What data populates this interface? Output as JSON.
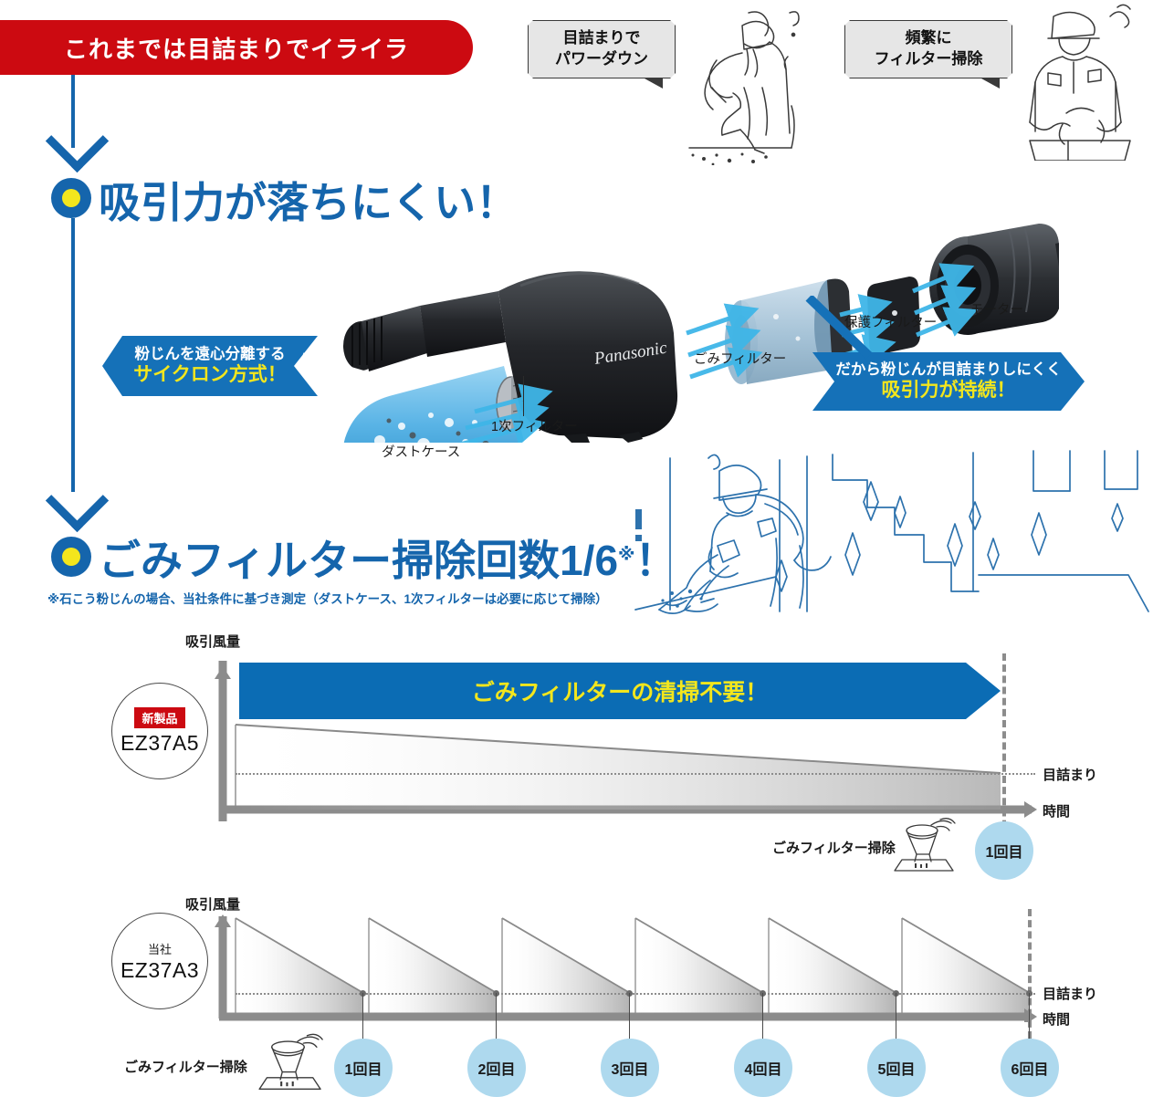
{
  "banner": {
    "text": "これまでは目詰まりでイライラ"
  },
  "problems": [
    {
      "line1": "目詰まりで",
      "line2": "パワーダウン",
      "icon": "worker-vacuuming-icon"
    },
    {
      "line1": "頻繁に",
      "line2": "フィルター掃除",
      "icon": "worker-cleaning-filter-icon"
    }
  ],
  "benefits": [
    {
      "heading": "吸引力が落ちにくい！",
      "marker": "bullet-ring-icon"
    },
    {
      "heading": "ごみフィルター掃除回数1/6",
      "sup": "※",
      "suffix": "！",
      "marker": "bullet-ring-icon"
    }
  ],
  "footnote": "※石こう粉じんの場合、当社条件に基づき測定（ダストケース、1次フィルターは必要に応じて掃除）",
  "product": {
    "brand": "Panasonic",
    "callout_left": {
      "line1": "粉じんを遠心分離する",
      "line2": "サイクロン方式！"
    },
    "callout_right": {
      "line1": "だから粉じんが目詰まりしにくく",
      "line2": "吸引力が持続！"
    },
    "parts": [
      {
        "label": "ダストケース"
      },
      {
        "label": "1次フィルター"
      },
      {
        "label": "ごみフィルター"
      },
      {
        "label": "保護フィルター"
      },
      {
        "label": "モーター"
      }
    ]
  },
  "colors": {
    "red": "#cc0a11",
    "blue": "#1565ac",
    "callout_blue": "#1571b8",
    "band_blue": "#0b6cb4",
    "yellow": "#f3e61d",
    "badge_blue": "#aed9ee",
    "gray": "#8c8c8c"
  },
  "chart_data": [
    {
      "type": "line",
      "title": "ごみフィルターの清掃不要！",
      "model_label": {
        "badge": "新製品",
        "model": "EZ37A5"
      },
      "ylabel": "吸引風量",
      "xlabel": "時間",
      "threshold_label": "目詰まり",
      "x": [
        0,
        100
      ],
      "values": [
        100,
        32
      ],
      "threshold": 30,
      "clean_events": [
        {
          "label": "1回目",
          "x": 100
        }
      ],
      "clean_caption": "ごみフィルター掃除",
      "grid": false,
      "note": "single slow decline reaching clog threshold once"
    },
    {
      "type": "line",
      "model_label": {
        "sub": "当社",
        "model": "EZ37A3"
      },
      "ylabel": "吸引風量",
      "xlabel": "時間",
      "threshold_label": "目詰まり",
      "threshold": 30,
      "series": [
        {
          "name": "cycle-1",
          "x": [
            0,
            16.6
          ],
          "values": [
            100,
            30
          ]
        },
        {
          "name": "cycle-2",
          "x": [
            16.6,
            33.3
          ],
          "values": [
            100,
            30
          ]
        },
        {
          "name": "cycle-3",
          "x": [
            33.3,
            50.0
          ],
          "values": [
            100,
            30
          ]
        },
        {
          "name": "cycle-4",
          "x": [
            50.0,
            66.6
          ],
          "values": [
            100,
            30
          ]
        },
        {
          "name": "cycle-5",
          "x": [
            66.6,
            83.3
          ],
          "values": [
            100,
            30
          ]
        },
        {
          "name": "cycle-6",
          "x": [
            83.3,
            100
          ],
          "values": [
            100,
            30
          ]
        }
      ],
      "clean_events": [
        {
          "label": "1回目",
          "x": 16.6
        },
        {
          "label": "2回目",
          "x": 33.3
        },
        {
          "label": "3回目",
          "x": 50.0
        },
        {
          "label": "4回目",
          "x": 66.6
        },
        {
          "label": "5回目",
          "x": 83.3
        },
        {
          "label": "6回目",
          "x": 100
        }
      ],
      "clean_caption": "ごみフィルター掃除",
      "grid": false,
      "note": "six sawtooth cycles each dropping to clog threshold"
    }
  ]
}
